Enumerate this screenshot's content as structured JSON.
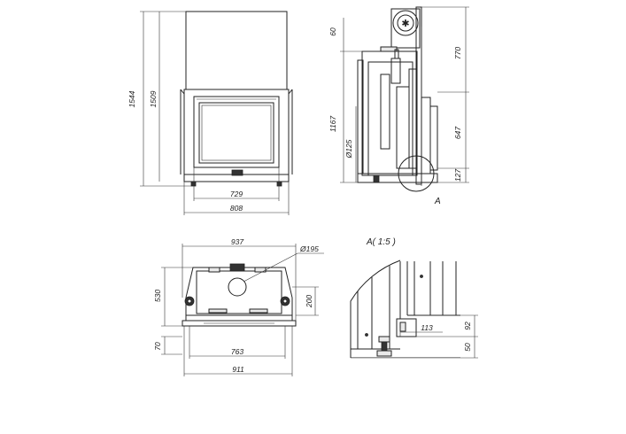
{
  "front_view": {
    "dims": {
      "total_height": "1544",
      "body_height": "1509",
      "glass_width": "729",
      "outer_width": "808"
    }
  },
  "side_view": {
    "dims": {
      "top_offset": "60",
      "upper_height": "770",
      "outlet_height": "1167",
      "pipe_diameter": "Ø125",
      "middle_height": "647",
      "bottom_height": "127"
    },
    "detail_label": "A"
  },
  "top_view": {
    "dims": {
      "top_width": "937",
      "flue_diameter": "Ø195",
      "depth": "530",
      "flue_offset": "200",
      "front_depth": "70",
      "inner_width": "763",
      "total_width": "911"
    }
  },
  "detail_view": {
    "title": "A( 1:5 )",
    "dims": {
      "foot_width": "113",
      "foot_height": "92",
      "leg_height": "50"
    }
  }
}
